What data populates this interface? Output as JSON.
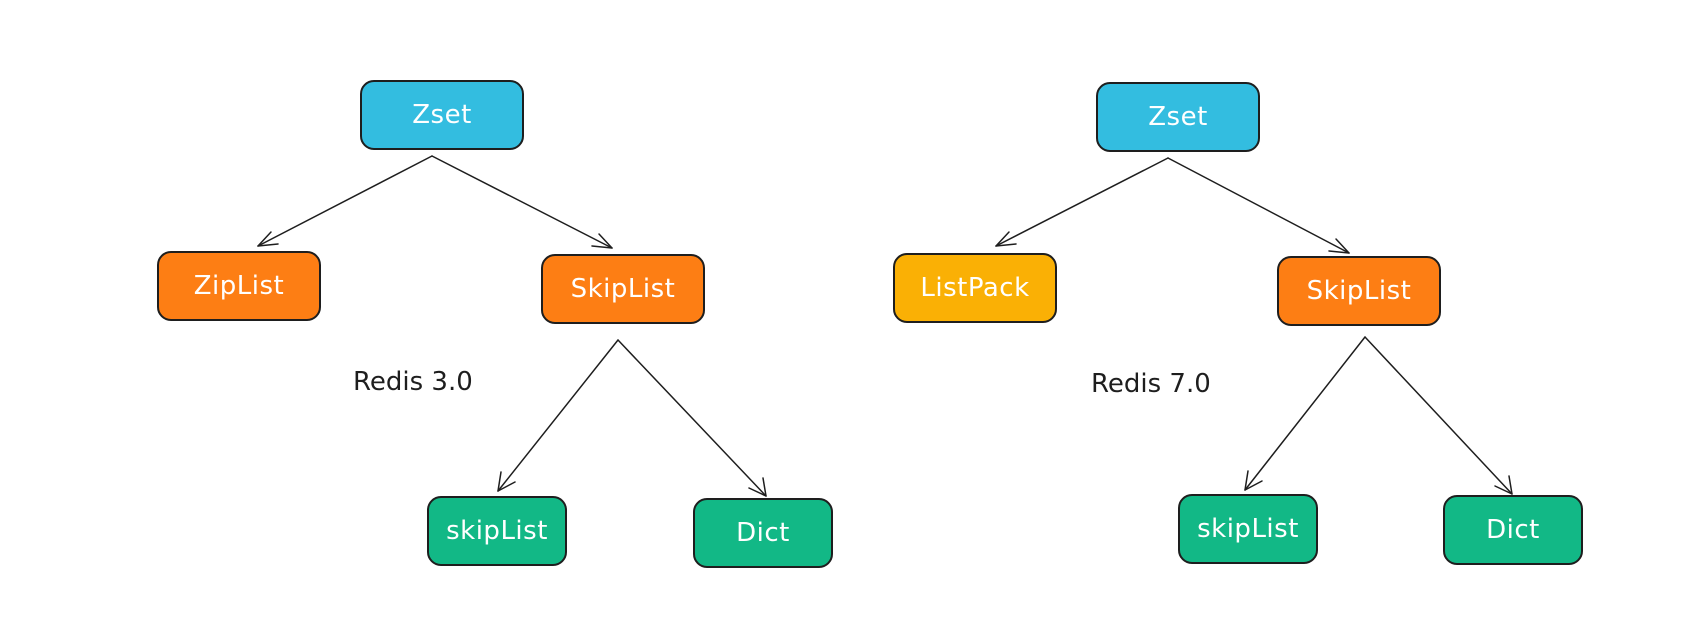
{
  "colors": {
    "zset": "#33bde0",
    "skiplist_encoding": "#fd7e14",
    "ziplist": "#fd7e14",
    "listpack": "#fab005",
    "leaf": "#12b886",
    "stroke": "#1e1e1e",
    "text": "#ffffff"
  },
  "diagrams": [
    {
      "caption": "Redis 3.0",
      "nodes": {
        "root": "Zset",
        "left": "ZipList",
        "right": "SkipList",
        "leaf_left": "skipList",
        "leaf_right": "Dict"
      }
    },
    {
      "caption": "Redis 7.0",
      "nodes": {
        "root": "Zset",
        "left": "ListPack",
        "right": "SkipList",
        "leaf_left": "skipList",
        "leaf_right": "Dict"
      }
    }
  ]
}
